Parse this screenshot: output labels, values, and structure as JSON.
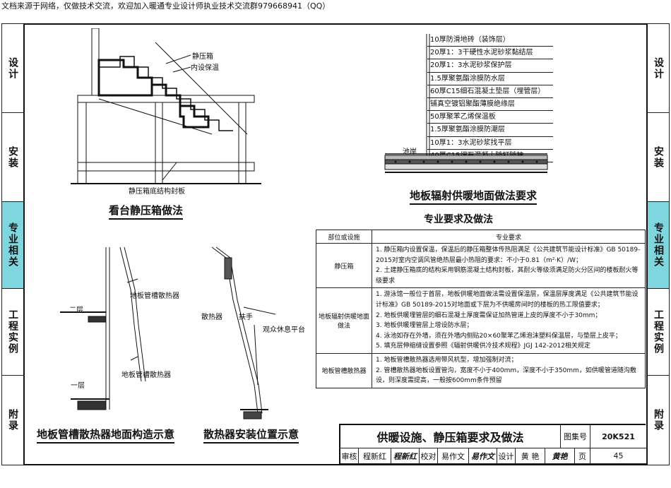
{
  "top_note": "文档来源于网络，仅做技术交流，欢迎加入暖通专业设计师执业技术交流群979668941（QQ）",
  "side_tabs": [
    {
      "label": "设计",
      "active": false
    },
    {
      "label": "安装",
      "active": false
    },
    {
      "label": "专业相关",
      "active": true
    },
    {
      "label": "工程实例",
      "active": false
    },
    {
      "label": "附录",
      "active": false
    }
  ],
  "stand_figure": {
    "caption": "看台静压箱做法",
    "label_box": "静压箱",
    "label_insulation": "内设保温",
    "label_bottom": "静压箱底结构封板"
  },
  "floor_figure": {
    "caption": "地板辐射供暖地面做法要求",
    "pool_edge": "池岸",
    "layers": [
      "10厚防滑地砖（装饰层）",
      "20厚1：3干硬性水泥砂浆黏结层",
      "20厚1：3水泥砂浆保护层",
      "1.5厚聚氨酯涂膜防水层",
      "60厚C15细石混凝土垫层（埋管层）",
      "铺真空镀铝聚酯薄膜绝缘层",
      "50厚聚苯乙烯保温板",
      "1.5厚聚氨酯涂膜防潮层",
      "10厚1：3水泥砂浆找平层",
      "40厚C15细石混凝土随打随抹"
    ]
  },
  "trench_figure": {
    "caption": "地板管槽散热器地面构造示意",
    "floor2": "二层",
    "floor1": "一层",
    "radiator_upper": "地板管槽散热器",
    "radiator_lower": "地板管槽散热器"
  },
  "position_figure": {
    "caption": "散热器安装位置示意",
    "radiator": "散热器",
    "handrail": "扶手",
    "platform": "观众休息平台"
  },
  "requirements": {
    "title": "专业要求及做法",
    "col_part": "部位或设施",
    "col_req": "专业要求",
    "rows": [
      {
        "part": "静压箱",
        "items": [
          "1. 静压箱内设置保温，保温后的静压箱整体传热阻满足《公共建筑节能设计标准》GB 50189-2015对室内空调风管绝热层最小热阻的要求：不小于0.81（m²·K）/W；",
          "2. 土建静压箱底的结构采用钢筋混凝土结构封板，其耐火等级须满足防火分区间的楼板耐火等级要求"
        ]
      },
      {
        "part": "地板辐射供暖地面做法",
        "items": [
          "1. 游泳馆一般位于首层，地板供暖地面做法需设置保温层，保温层厚度满足《公共建筑节能设计标准》GB 50189-2015对地面或下层为不供暖房间时的楼板的热工限值要求；",
          "2. 地板供暖埋管层的细石混凝土厚度需保证加热管道上皮的厚度不小于30mm；",
          "3. 地板供暖埋管层上增设防水层；",
          "4. 泳池如存在外墙，须在外墙内侧贴20×60聚苯乙烯泡沫塑料保温层，与垫层上皮平；",
          "5. 填充层伸缩缝设置参照《辐射供暖供冷技术规程》JGJ 142-2012相关规定"
        ]
      },
      {
        "part": "地板管槽散热器",
        "items": [
          "1. 地板管槽散热器选用带风机型，增加强制对流；",
          "2. 管槽散热器地板设置管沟，宽度不小于400mm，深度不小于350mm，如供暖管道随沟敷设，则深度需提高，一般按600mm条件预留"
        ]
      }
    ]
  },
  "title_block": {
    "title": "供暖设施、静压箱要求及做法",
    "atlas_label": "图集号",
    "atlas_no": "20K521",
    "review_label": "审核",
    "reviewer": "程新红",
    "reviewer_sig": "程新红",
    "check_label": "校对",
    "checker": "易作文",
    "checker_sig": "易作文",
    "design_label": "设计",
    "designer": "黄 艳",
    "designer_sig": "黄艳",
    "page_label": "页",
    "page_no": "45"
  }
}
